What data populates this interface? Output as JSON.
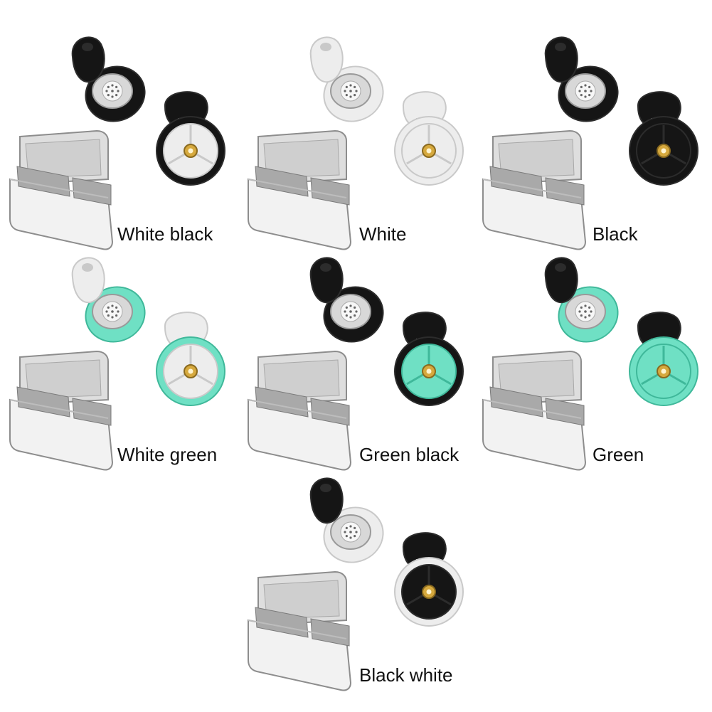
{
  "colors": {
    "white_part": "#ededed",
    "white_shade": "#c9c9c9",
    "black_part": "#151515",
    "black_shade": "#2c2c2c",
    "green_part": "#6fe0c4",
    "green_shade": "#3fb89a",
    "gold_pin": "#d6a93e",
    "case_light": "#f2f2f2",
    "case_shade": "#bdbdbd"
  },
  "variants": [
    {
      "label": "White black",
      "tip": "black",
      "ring": "black",
      "disc": "white",
      "plug_ring": "black"
    },
    {
      "label": "White",
      "tip": "white",
      "ring": "white",
      "disc": "white",
      "plug_ring": "white"
    },
    {
      "label": "Black",
      "tip": "black",
      "ring": "black",
      "disc": "black",
      "plug_ring": "black"
    },
    {
      "label": "White green",
      "tip": "white",
      "ring": "green",
      "disc": "white",
      "plug_ring": "green"
    },
    {
      "label": "Green black",
      "tip": "black",
      "ring": "black",
      "disc": "green",
      "plug_ring": "black"
    },
    {
      "label": "Green",
      "tip": "black",
      "ring": "green",
      "disc": "green",
      "plug_ring": "green"
    },
    {
      "label": "Black white",
      "tip": "black",
      "ring": "white",
      "disc": "black",
      "plug_ring": "white"
    }
  ]
}
